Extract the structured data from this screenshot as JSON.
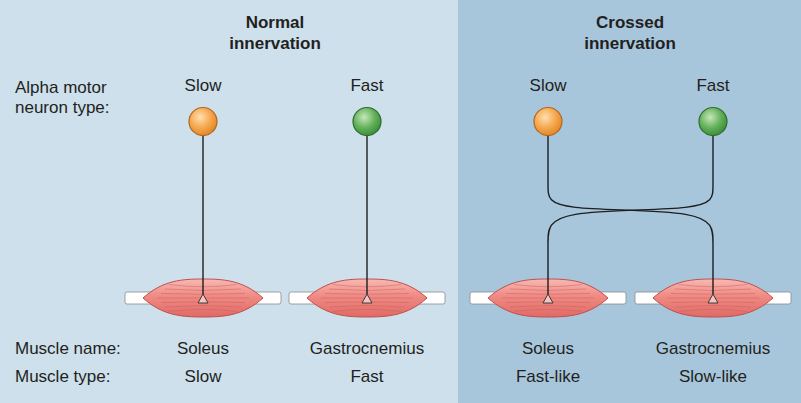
{
  "diagram": {
    "nodes": [
      {
        "text": [
          "Normal innervation"
        ]
      },
      {
        "text": [
          "Slow"
        ],
        "in": 0
      },
      {
        "text": [
          "Fast"
        ],
        "in": 0
      },
      {
        "text": [
          "Soleus",
          "Slow"
        ],
        "in": 0
      },
      {
        "text": [
          "Gastrocnemius",
          "Fast"
        ],
        "in": 0
      },
      {
        "text": [
          "Crossed innervation"
        ]
      },
      {
        "text": [
          "Slow"
        ],
        "in": 5
      },
      {
        "text": [
          "Fast"
        ],
        "in": 5
      },
      {
        "text": [
          "Soleus",
          "Fast-like"
        ],
        "in": 5
      },
      {
        "text": [
          "Gastrocnemius",
          "Slow-like"
        ],
        "in": 5
      }
    ],
    "edges": [
      {
        "from": 1,
        "to": 3,
        "arrow": "to"
      },
      {
        "from": 2,
        "to": 4,
        "arrow": "to"
      },
      {
        "from": 6,
        "to": 9,
        "arrow": "to"
      },
      {
        "from": 7,
        "to": 8,
        "arrow": "to"
      }
    ],
    "labels": [
      "Alpha motor neuron type:",
      "Muscle name:",
      "Muscle type:"
    ]
  }
}
